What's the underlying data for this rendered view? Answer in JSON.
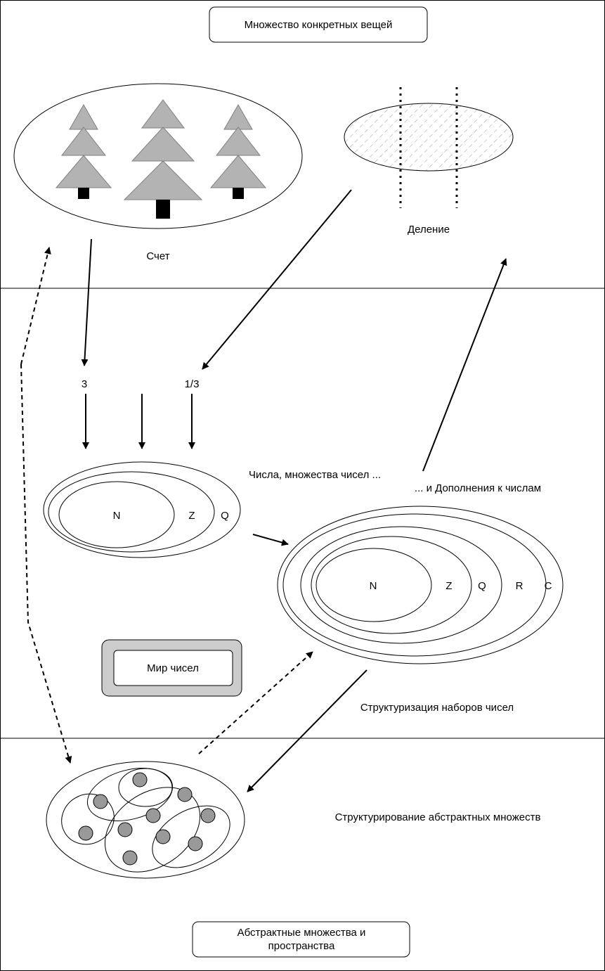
{
  "titles": {
    "top_box": "Множество конкретных вещей",
    "bottom_box_line1": "Абстрактные множества и",
    "bottom_box_line2": "пространства",
    "world_box": "Мир чисел"
  },
  "labels": {
    "counting": "Счет",
    "division": "Деление",
    "three": "3",
    "one_third": "1/3",
    "numbers_sets": "Числа, множества чисел ...",
    "complements": "... и Дополнения к числам",
    "structuring_numbers": "Структуризация наборов чисел",
    "structuring_abstract": "Структурирование абстрактных множеств"
  },
  "small_sets": [
    "N",
    "Z",
    "Q"
  ],
  "large_sets": [
    "N",
    "Z",
    "Q",
    "R",
    "C"
  ],
  "colors": {
    "line": "#000000",
    "tree_fill": "#b3b3b3",
    "dot_fill": "#999999",
    "frame_fill": "#cccccc"
  }
}
